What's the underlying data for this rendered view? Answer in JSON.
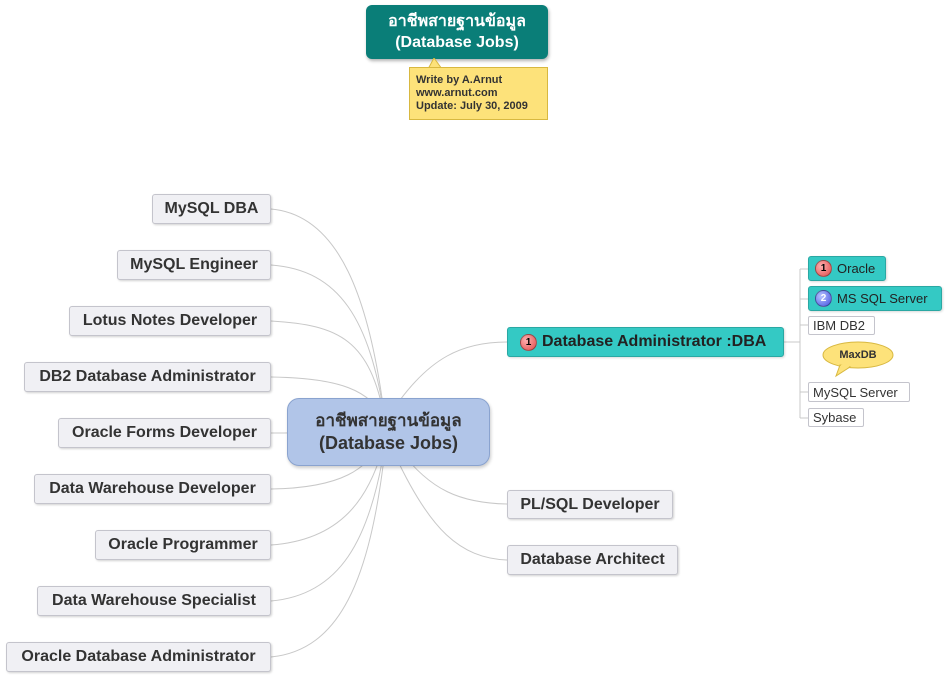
{
  "title_node": {
    "line1": "อาชีพสายฐานข้อมูล",
    "line2": "(Database Jobs)"
  },
  "note": {
    "line1": "Write by A.Arnut",
    "line2": "www.arnut.com",
    "line3": "Update: July 30, 2009"
  },
  "central": {
    "line1": "อาชีพสายฐานข้อมูล",
    "line2": "(Database Jobs)"
  },
  "left_topics": [
    "MySQL DBA",
    "MySQL Engineer",
    "Lotus Notes Developer",
    "DB2 Database Administrator",
    "Oracle Forms Developer",
    "Data Warehouse Developer",
    "Oracle Programmer",
    "Data Warehouse Specialist",
    "Oracle Database Administrator"
  ],
  "right_topics": {
    "dba": {
      "marker": "1",
      "label": "Database Administrator :DBA"
    },
    "plsql": "PL/SQL Developer",
    "architect": "Database Architect"
  },
  "dba_subtopics": {
    "oracle": {
      "marker": "1",
      "label": "Oracle"
    },
    "mssql": {
      "marker": "2",
      "label": "MS SQL Server"
    },
    "ibm": "IBM DB2",
    "maxdb": "MaxDB",
    "mysql": "MySQL Server",
    "sybase": "Sybase"
  },
  "colors": {
    "title_bg": "#0a7e78",
    "central_bg": "#b1c5e8",
    "dba_bg": "#34c9c4",
    "note_bg": "#fde27a",
    "leaf_bg": "#f0f0f4",
    "connector": "#c8c8c8"
  }
}
